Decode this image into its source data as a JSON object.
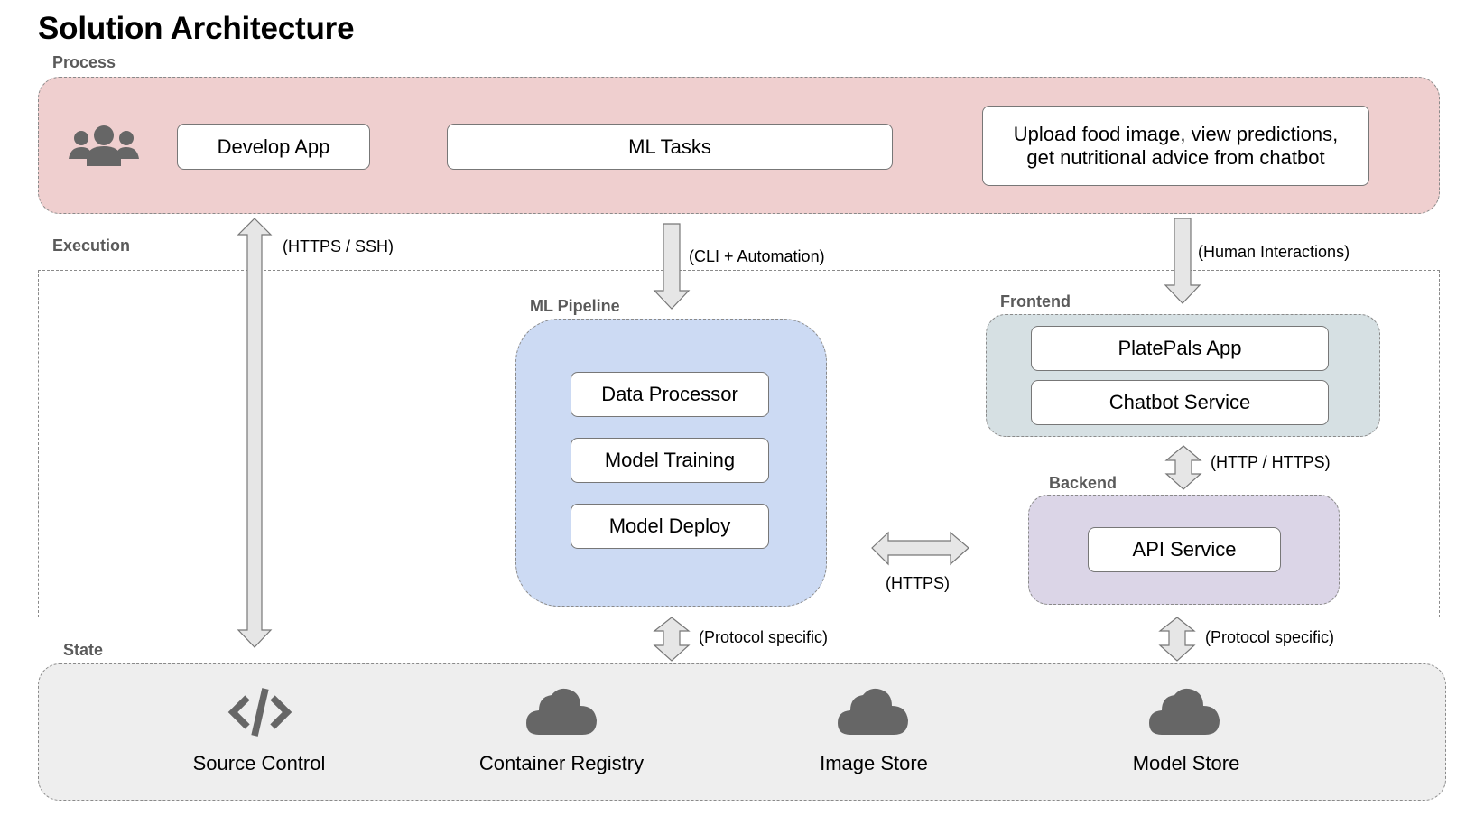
{
  "title": "Solution Architecture",
  "sections": {
    "process": "Process",
    "execution": "Execution",
    "state": "State"
  },
  "process": {
    "develop_app": "Develop App",
    "ml_tasks": "ML Tasks",
    "upload": "Upload food image, view predictions, get nutritional advice from chatbot"
  },
  "ml_pipeline": {
    "label": "ML Pipeline",
    "data_processor": "Data Processor",
    "model_training": "Model Training",
    "model_deploy": "Model Deploy"
  },
  "frontend": {
    "label": "Frontend",
    "platepals_app": "PlatePals App",
    "chatbot_service": "Chatbot Service"
  },
  "backend": {
    "label": "Backend",
    "api_service": "API Service"
  },
  "edges": {
    "https_ssh": "(HTTPS / SSH)",
    "cli_automation": "(CLI + Automation)",
    "human_interactions": "(Human Interactions)",
    "http_https": "(HTTP / HTTPS)",
    "https": "(HTTPS)",
    "protocol_specific_1": "(Protocol specific)",
    "protocol_specific_2": "(Protocol specific)"
  },
  "state": {
    "source_control": "Source Control",
    "container_registry": "Container Registry",
    "image_store": "Image Store",
    "model_store": "Model Store"
  },
  "colors": {
    "process_bg": "#efcfcf",
    "ml_pipeline_bg": "#ccdaf3",
    "frontend_bg": "#d6e0e3",
    "backend_bg": "#dbd5e7",
    "state_bg": "#eeeeee",
    "icon": "#666666",
    "arrow_fill": "#e6e6e6"
  },
  "icons": {
    "users": "users-icon",
    "code": "code-icon",
    "cloud": "cloud-icon"
  }
}
